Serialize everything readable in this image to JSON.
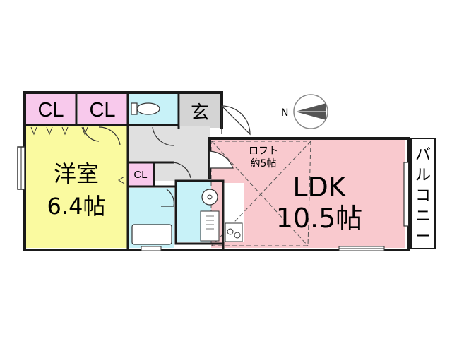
{
  "compass": {
    "label": "N"
  },
  "rooms": {
    "closet_1": "CL",
    "closet_2": "CL",
    "closet_small": "CL",
    "entrance": "玄",
    "western_room_name": "洋室",
    "western_room_size": "6.4帖",
    "ldk_name": "LDK",
    "ldk_size": "10.5帖",
    "loft_line1": "ロフト",
    "loft_line2": "約5帖",
    "balcony": [
      "バ",
      "ル",
      "コ",
      "ニ",
      "ー"
    ]
  },
  "colors": {
    "closet": "#f8c9ec",
    "wet_area": "#c8f2f8",
    "western_room": "#fafaa0",
    "ldk": "#f9c9ce",
    "hall": "#e0e0e0",
    "entrance": "#d4d4d4",
    "balcony": "#ffffff",
    "wall": "#1a1a1a"
  }
}
